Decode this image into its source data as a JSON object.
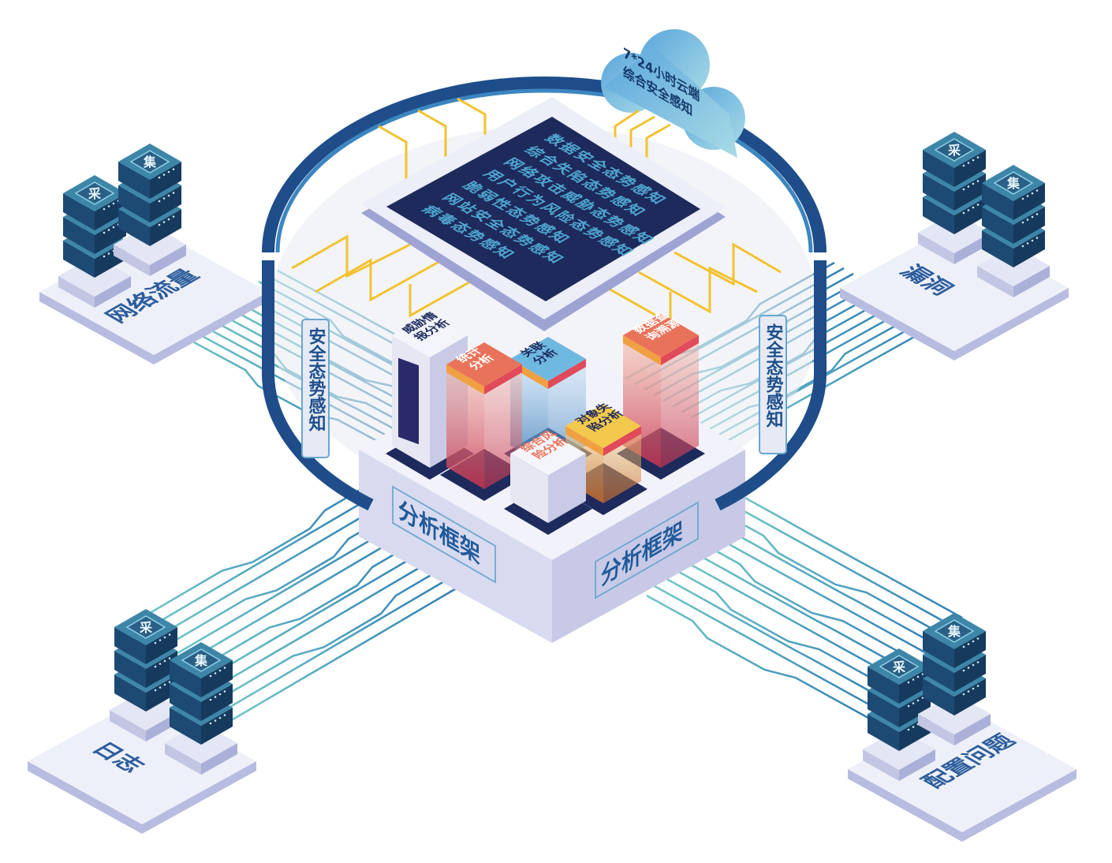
{
  "cloud": {
    "line1": "7*24小时云端",
    "line2": "综合安全感知"
  },
  "chip": {
    "lines": [
      "数据安全态势感知",
      "综合失陷态势感知",
      "网络攻击威胁态势感知",
      "用户行为风险态势感知",
      "脆弱性态势感知",
      "网站安全态势感知",
      "病毒态势感知"
    ]
  },
  "ring": {
    "left_label": "安全态势感知",
    "right_label": "安全态势感知"
  },
  "modules": {
    "threat_intel": [
      "威胁情",
      "报分析"
    ],
    "statistics": [
      "统计",
      "分析"
    ],
    "correlation": [
      "关联",
      "分析"
    ],
    "data_query": [
      "数据查",
      "询溯源"
    ],
    "object_compromise": [
      "对象失",
      "陷分析"
    ],
    "risk": [
      "综合风",
      "险分析"
    ]
  },
  "base": {
    "left_label": "分析框架",
    "right_label": "分析框架"
  },
  "sources": [
    {
      "label": "网络流量",
      "tags": [
        "采",
        "集"
      ]
    },
    {
      "label": "漏洞",
      "tags": [
        "采",
        "集"
      ]
    },
    {
      "label": "日志",
      "tags": [
        "采",
        "集"
      ]
    },
    {
      "label": "配置问题",
      "tags": [
        "采",
        "集"
      ]
    }
  ],
  "colors": {
    "navy": "#1e2a5c",
    "ring": "#1e4d8a",
    "teal": "#4fb3c8",
    "orange": "#e8735a",
    "yellow": "#f2c94c",
    "blue": "#6fb8e0"
  }
}
